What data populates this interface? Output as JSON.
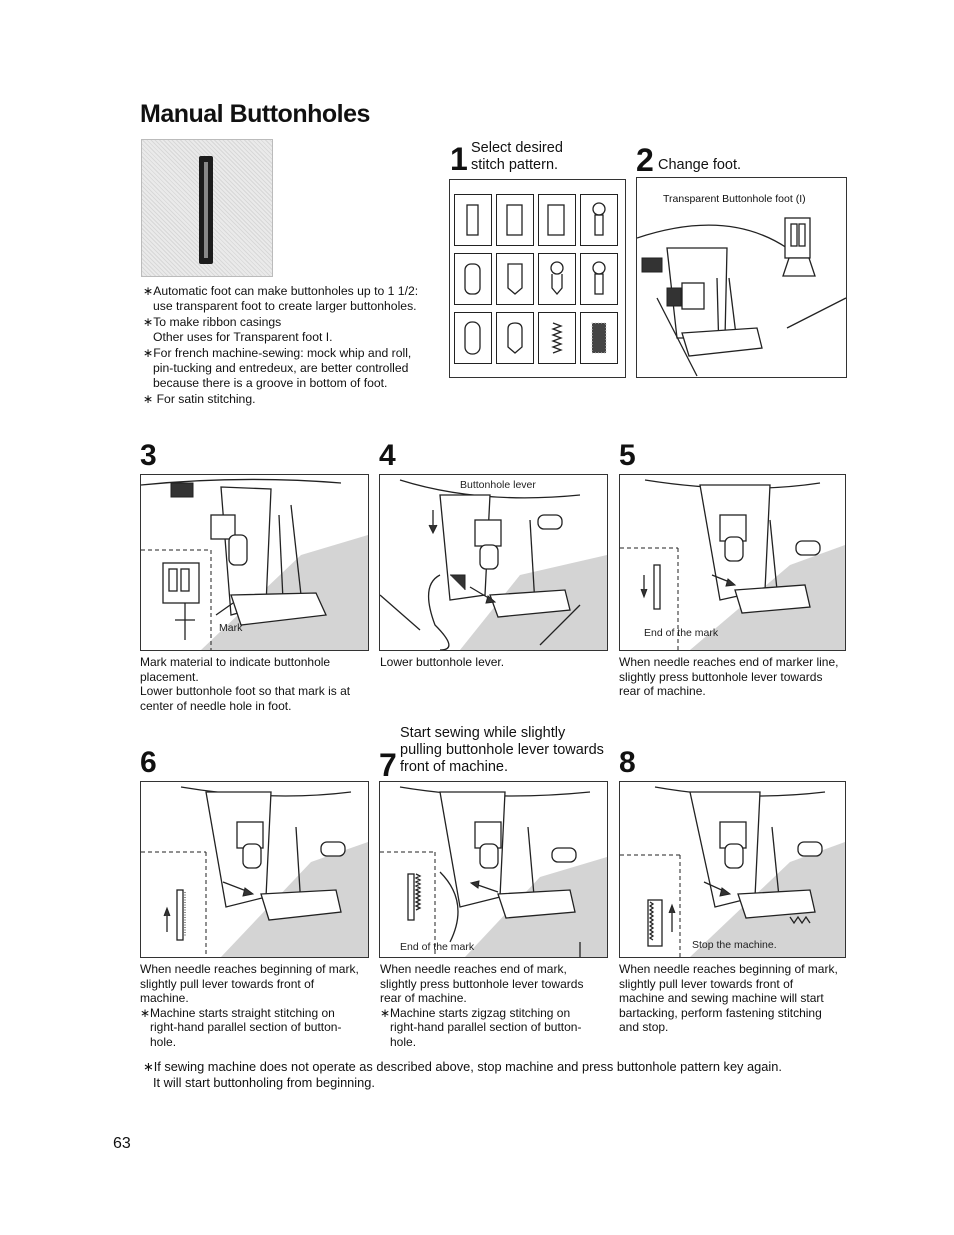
{
  "title": "Manual Buttonholes",
  "notes": [
    {
      "mark": "∗",
      "text": "Automatic foot can make buttonholes up to 1 1/2:"
    },
    {
      "mark": "",
      "text": "use transparent foot to create larger buttonholes."
    },
    {
      "mark": "∗",
      "text": "To make ribbon casings"
    },
    {
      "mark": "",
      "text": "Other uses for Transparent foot I."
    },
    {
      "mark": "∗",
      "text": "For french machine-sewing: mock whip and roll,"
    },
    {
      "mark": "",
      "text": "pin-tucking and entredeux, are better controlled"
    },
    {
      "mark": "",
      "text": "because there is a groove in bottom of foot."
    },
    {
      "mark": "∗",
      "text": " For satin stitching."
    }
  ],
  "steps": {
    "s1": {
      "num": "1",
      "line1": "Select desired",
      "line2": "stitch pattern."
    },
    "s2": {
      "num": "2",
      "head": "Change foot.",
      "foot_label": "Transparent Buttonhole foot (I)"
    },
    "s3": {
      "num": "3",
      "label": "Mark",
      "caption": [
        "Mark material to indicate buttonhole",
        "placement.",
        "Lower buttonhole foot so that mark is at",
        "center of needle hole in foot."
      ]
    },
    "s4": {
      "num": "4",
      "label": "Buttonhole lever",
      "caption": [
        "Lower buttonhole lever."
      ]
    },
    "s5": {
      "num": "5",
      "label": "End of the mark",
      "caption": [
        "When needle reaches end of marker line,",
        "slightly press buttonhole lever towards",
        "rear of machine."
      ]
    },
    "s6": {
      "num": "6",
      "caption": [
        "When needle reaches beginning of mark,",
        "slightly pull lever towards front of",
        "machine.",
        "∗Machine starts straight stitching on",
        "right-hand parallel section of button-",
        "hole."
      ]
    },
    "s7": {
      "num": "7",
      "head": [
        "Start sewing while slightly",
        "pulling buttonhole lever towards",
        "front of machine."
      ],
      "label": "End of the mark",
      "caption": [
        "When needle reaches end of mark,",
        "slightly press buttonhole lever towards",
        "rear of machine.",
        "∗Machine starts zigzag stitching on",
        "right-hand parallel section of button-",
        "hole."
      ]
    },
    "s8": {
      "num": "8",
      "label": "Stop the machine.",
      "caption": [
        "When needle reaches beginning of mark,",
        "slightly pull lever towards front of",
        "machine and sewing machine will start",
        "bartacking, perform fastening stitching",
        "and stop."
      ]
    }
  },
  "footer_note": [
    "∗If sewing machine does not operate as described above, stop machine and press buttonhole pattern key again.",
    "It will start buttonholing from beginning."
  ],
  "page_number": "63",
  "pattern_icons": [
    "rect-buttonhole",
    "wide-rect-buttonhole",
    "bold-rect-buttonhole",
    "keyhole-buttonhole",
    "rounded-buttonhole",
    "v-end-buttonhole",
    "keyhole-v-buttonhole",
    "keyhole-round-buttonhole",
    "round-both-buttonhole",
    "rounded-v-buttonhole",
    "zigzag-satin-pattern",
    "dotted-satin-pattern"
  ]
}
